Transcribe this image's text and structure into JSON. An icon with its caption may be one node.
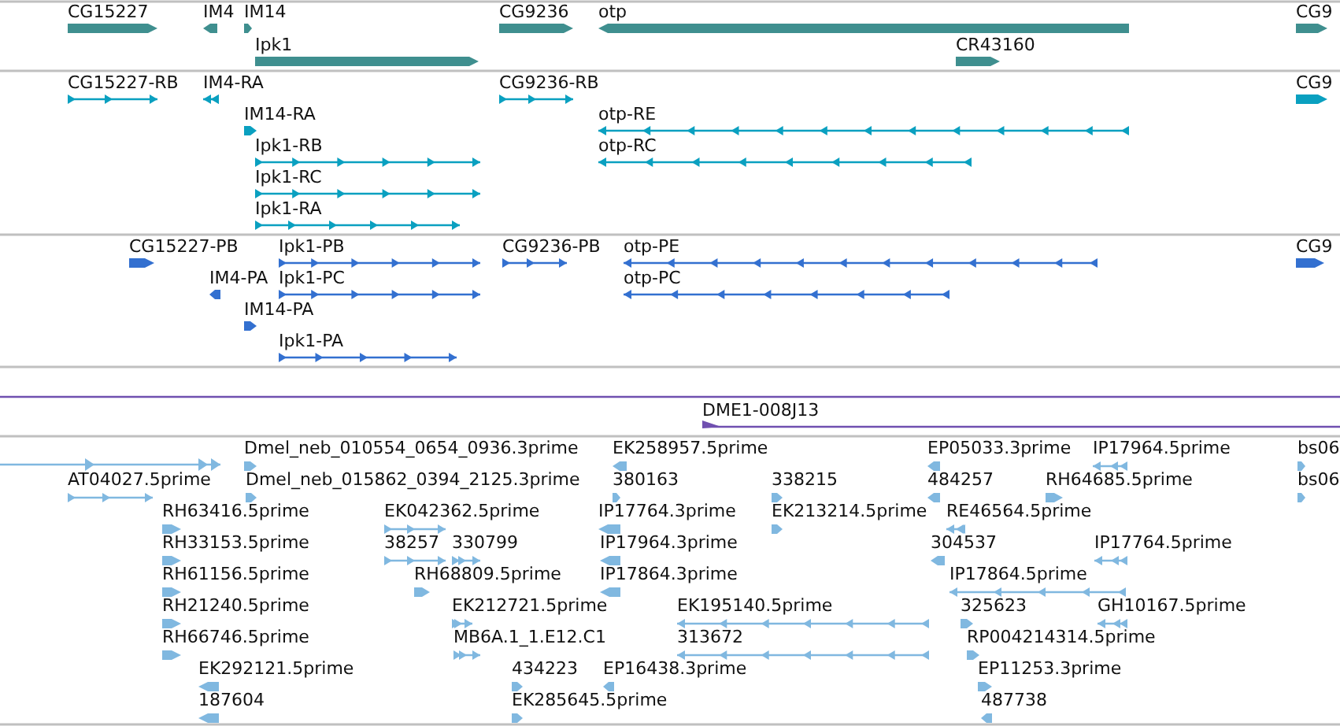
{
  "diagram": {
    "labels": [
      "CG15227",
      "IM4",
      "IM14",
      "CG9236",
      "otp",
      "CG9",
      "Ipk1",
      "CR43160",
      "CG15227-RB",
      "IM4-RA",
      "CG9236-RB",
      "CG9",
      "IM14-RA",
      "otp-RE",
      "Ipk1-RB",
      "otp-RC",
      "Ipk1-RC",
      "Ipk1-RA",
      "CG15227-PB",
      "Ipk1-PB",
      "CG9236-PB",
      "otp-PE",
      "CG9",
      "IM4-PA",
      "Ipk1-PC",
      "otp-PC",
      "IM14-PA",
      "Ipk1-PA",
      "DME1-008J13",
      "Dmel_neb_010554_0654_0936.3prime",
      "EK258957.5prime",
      "EP05033.3prime",
      "IP17964.5prime",
      "bs06",
      "AT04027.5prime",
      "Dmel_neb_015862_0394_2125.3prime",
      "380163",
      "338215",
      "484257",
      "RH64685.5prime",
      "bs06",
      "RH63416.5prime",
      "EK042362.5prime",
      "IP17764.3prime",
      "EK213214.5prime",
      "RE46564.5prime",
      "RH33153.5prime",
      "38257",
      "330799",
      "IP17964.3prime",
      "304537",
      "IP17764.5prime",
      "RH61156.5prime",
      "RH68809.5prime",
      "IP17864.3prime",
      "IP17864.5prime",
      "RH21240.5prime",
      "EK212721.5prime",
      "EK195140.5prime",
      "325623",
      "GH10167.5prime",
      "RH66746.5prime",
      "MB6A.1_1.E12.C1",
      "313672",
      "RP004214314.5prime",
      "EK292121.5prime",
      "434223",
      "EP16438.3prime",
      "EP11253.3prime",
      "187604",
      "EK285645.5prime",
      "487738"
    ]
  }
}
